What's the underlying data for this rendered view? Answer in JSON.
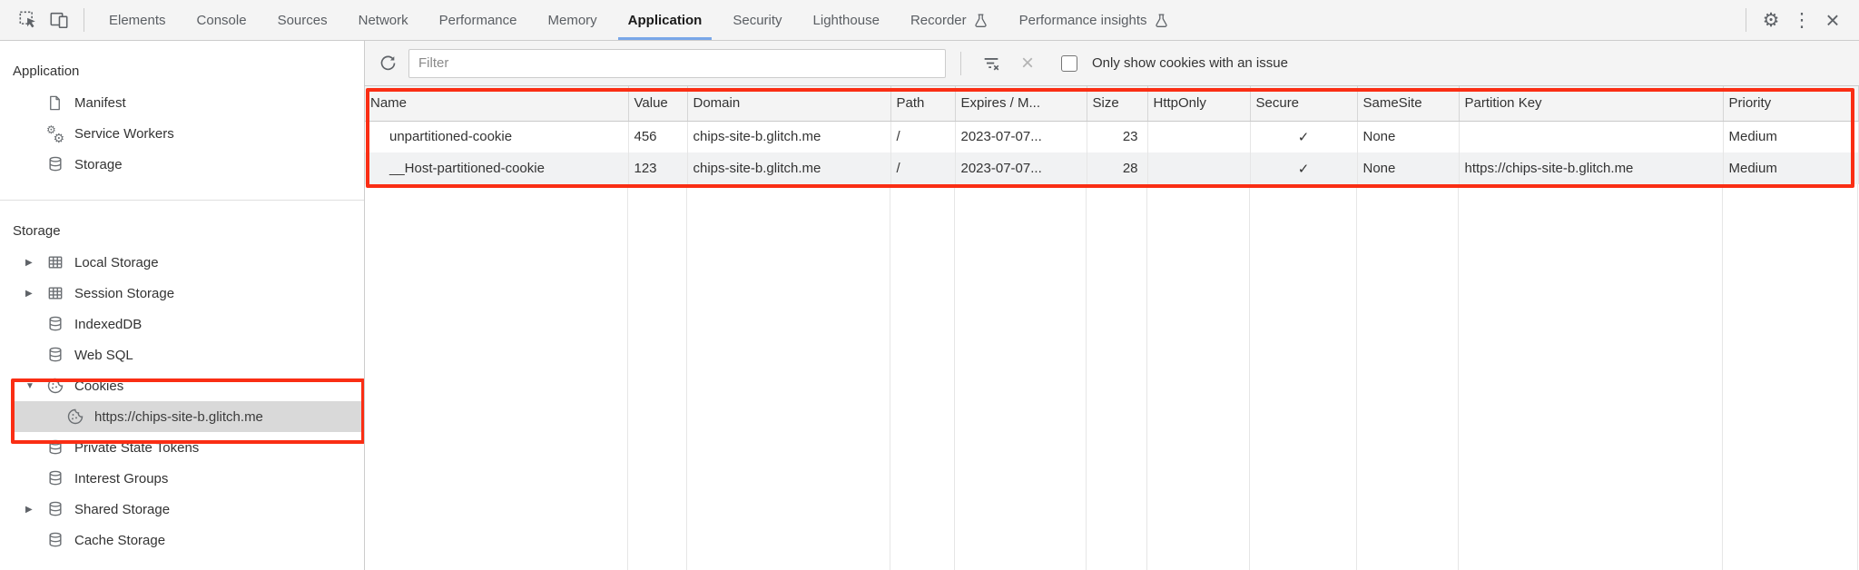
{
  "topbar": {
    "tabs": [
      {
        "label": "Elements"
      },
      {
        "label": "Console"
      },
      {
        "label": "Sources"
      },
      {
        "label": "Network"
      },
      {
        "label": "Performance"
      },
      {
        "label": "Memory"
      },
      {
        "label": "Application",
        "selected": true
      },
      {
        "label": "Security"
      },
      {
        "label": "Lighthouse"
      },
      {
        "label": "Recorder",
        "flask": true
      },
      {
        "label": "Performance insights",
        "flask": true
      }
    ],
    "settings_glyph": "⚙",
    "more_glyph": "⋮",
    "close_glyph": "×"
  },
  "sidebar": {
    "sections": [
      {
        "title": "Application",
        "items": [
          {
            "label": "Manifest",
            "icon": "document"
          },
          {
            "label": "Service Workers",
            "icon": "gears"
          },
          {
            "label": "Storage",
            "icon": "database"
          }
        ]
      },
      {
        "title": "Storage",
        "items": [
          {
            "label": "Local Storage",
            "icon": "table",
            "arrow": "collapsed"
          },
          {
            "label": "Session Storage",
            "icon": "table",
            "arrow": "collapsed"
          },
          {
            "label": "IndexedDB",
            "icon": "database"
          },
          {
            "label": "Web SQL",
            "icon": "database"
          },
          {
            "label": "Cookies",
            "icon": "cookie",
            "arrow": "expanded"
          },
          {
            "label": "https://chips-site-b.glitch.me",
            "icon": "cookie",
            "child": true,
            "selected": true
          },
          {
            "label": "Private State Tokens",
            "icon": "database"
          },
          {
            "label": "Interest Groups",
            "icon": "database"
          },
          {
            "label": "Shared Storage",
            "icon": "database",
            "arrow": "collapsed"
          },
          {
            "label": "Cache Storage",
            "icon": "database"
          }
        ]
      }
    ]
  },
  "cookies_panel": {
    "filter_placeholder": "Filter",
    "issue_checkbox_label": "Only show cookies with an issue",
    "table": {
      "columns": [
        "Name",
        "Value",
        "Domain",
        "Path",
        "Expires / M...",
        "Size",
        "HttpOnly",
        "Secure",
        "SameSite",
        "Partition Key",
        "Priority"
      ],
      "rows": [
        {
          "name": "unpartitioned-cookie",
          "value": "456",
          "domain": "chips-site-b.glitch.me",
          "path": "/",
          "expires": "2023-07-07...",
          "size": "23",
          "http_only": "",
          "secure": "✓",
          "same_site": "None",
          "partition_key": "",
          "priority": "Medium"
        },
        {
          "name": "__Host-partitioned-cookie",
          "value": "123",
          "domain": "chips-site-b.glitch.me",
          "path": "/",
          "expires": "2023-07-07...",
          "size": "28",
          "http_only": "",
          "secure": "✓",
          "same_site": "None",
          "partition_key": "https://chips-site-b.glitch.me",
          "priority": "Medium"
        }
      ]
    }
  },
  "colors": {
    "annotation_red": "#fa2e14",
    "tab_underline_blue": "#79a7e8",
    "selected_item_bg": "#d9d9d9"
  }
}
